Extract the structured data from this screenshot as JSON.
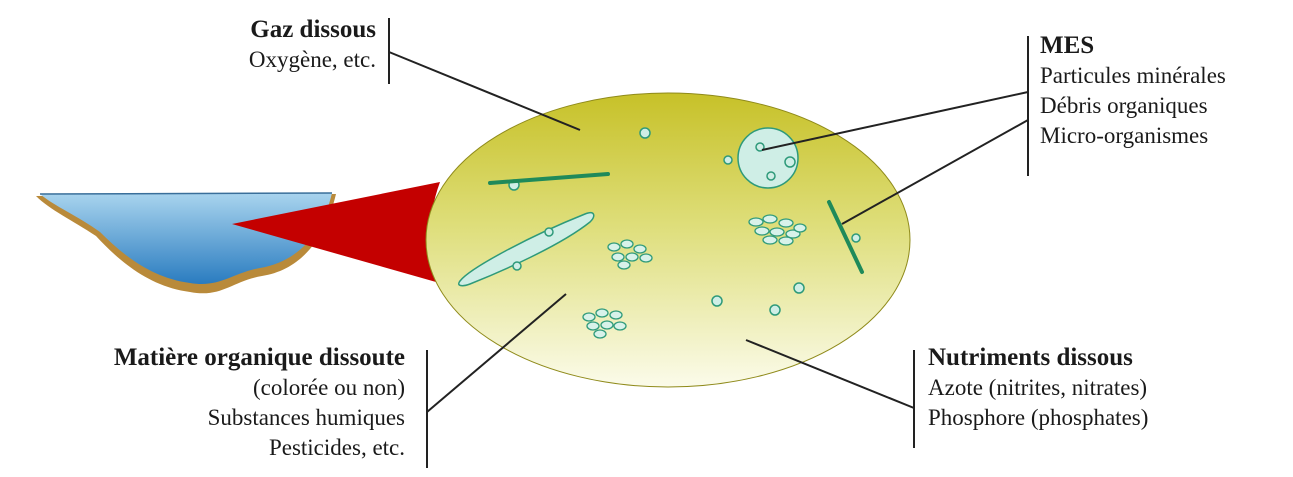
{
  "groups": {
    "gaz": {
      "title": "Gaz dissous",
      "lines": [
        "Oxygène, etc."
      ]
    },
    "mes": {
      "title": "MES",
      "lines": [
        "Particules minérales",
        "Débris organiques",
        "Micro-organismes"
      ]
    },
    "mod": {
      "title": "Matière organique dissoute",
      "lines": [
        "(colorée ou non)",
        "Substances humiques",
        "Pesticides, etc."
      ]
    },
    "nut": {
      "title": "Nutriments dissous",
      "lines": [
        "Azote (nitrites, nitrates)",
        "Phosphore (phosphates)"
      ]
    }
  },
  "colors": {
    "ellipse_top": "#c9c42a",
    "ellipse_bottom": "#fbfbe8",
    "water": "#5aaad8",
    "water_dark": "#2f7fc0",
    "bank": "#b98a3a",
    "funnel": "#cc0000",
    "organism_fill": "#cfeee6",
    "organism_stroke": "#2e9a7a",
    "rod": "#1f8a5a",
    "line": "#222222"
  }
}
